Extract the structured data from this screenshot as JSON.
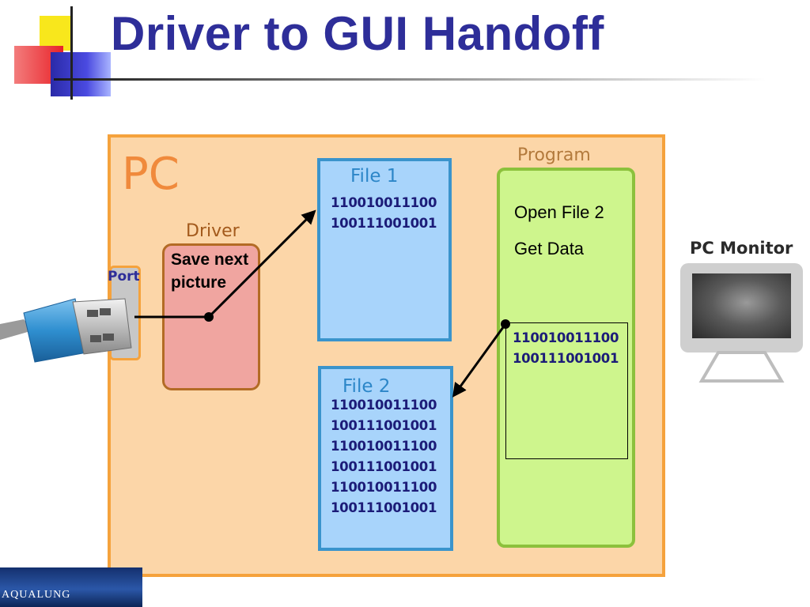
{
  "title": "Driver to GUI Handoff",
  "pc": {
    "label": "PC"
  },
  "port": {
    "label": "Port"
  },
  "driver": {
    "label": "Driver",
    "text_line1": "Save next",
    "text_line2": "picture"
  },
  "file1": {
    "label": "File 1",
    "bits": [
      "110010011100",
      "100111001001"
    ]
  },
  "file2": {
    "label": "File 2",
    "bits": [
      "110010011100",
      "100111001001",
      "110010011100",
      "100111001001",
      "110010011100",
      "100111001001"
    ]
  },
  "program": {
    "label": "Program",
    "line1": "Open File 2",
    "line2": "Get Data",
    "bits": [
      "110010011100",
      "100111001001"
    ]
  },
  "monitor": {
    "label": "PC Monitor"
  },
  "logo": {
    "text": "AQUALUNG"
  },
  "colors": {
    "title": "#2e2e99",
    "pc_bg": "#fcd6a8",
    "pc_border": "#f5a23c",
    "driver_bg": "#f0a5a0",
    "file_bg": "#a8d4fb",
    "program_bg": "#cef58d"
  }
}
